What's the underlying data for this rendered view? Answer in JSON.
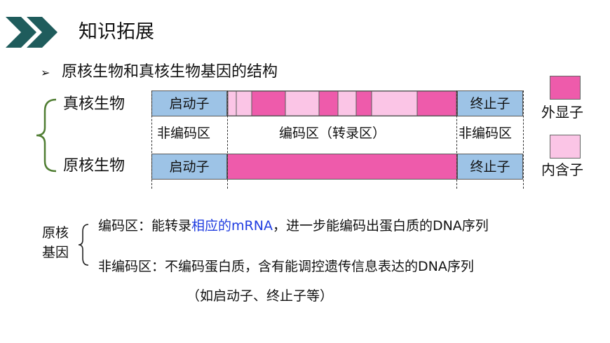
{
  "header": {
    "title": "知识拓展",
    "chevron_color": "#1f5c5c"
  },
  "section": {
    "bullet": "➢",
    "title": "原核生物和真核生物基因的结构"
  },
  "diagram": {
    "eukaryote_label": "真核生物",
    "prokaryote_label": "原核生物",
    "promoter": "启动子",
    "terminator": "终止子",
    "noncoding_left": "非编码区",
    "coding": "编码区（转录区）",
    "noncoding_right": "非编码区",
    "eukaryote_coding_segments": [
      "intron",
      "exon",
      "intron",
      "exon",
      "intron",
      "exon",
      "intron",
      "exon"
    ],
    "prokaryote_coding_segments": [
      "exon"
    ]
  },
  "legend": {
    "exon_label": "外显子",
    "intron_label": "内含子"
  },
  "colors": {
    "regulatory": "#9dc3e6",
    "exon": "#ee5bab",
    "intron": "#fbc5e6",
    "bracket": "#4f7d32"
  },
  "notes": {
    "group_label": [
      "原核",
      "基因"
    ],
    "coding_prefix": "编码区：能转录",
    "coding_highlight": "相应的mRNA",
    "coding_suffix": "，进一步能编码出蛋白质的DNA序列",
    "noncoding_line": "非编码区：不编码蛋白质，含有能调控遗传信息表达的DNA序列",
    "noncoding_example": "（如启动子、终止子等）"
  }
}
